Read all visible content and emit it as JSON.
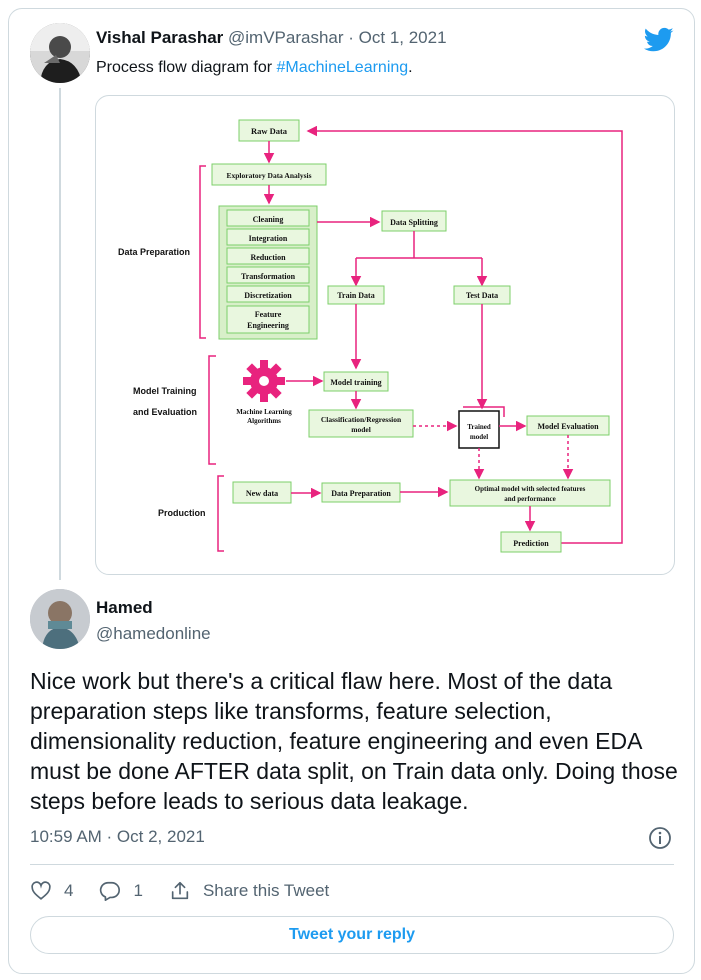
{
  "parent": {
    "name": "Vishal Parashar",
    "handle": "@imVParashar",
    "date": "· Oct 1, 2021",
    "text": "Process flow diagram for ",
    "hashtag": "#MachineLearning",
    "text_end": "."
  },
  "diagram": {
    "sections": [
      "Data Preparation",
      "Model Training",
      "and Evaluation",
      "Production"
    ],
    "raw_data": "Raw Data",
    "eda": "Exploratory Data Analysis",
    "prep_steps": [
      "Cleaning",
      "Integration",
      "Reduction",
      "Transformation",
      "Discretization",
      "Feature",
      "Engineering"
    ],
    "data_splitting": "Data Splitting",
    "train_data": "Train Data",
    "test_data": "Test Data",
    "model_training": "Model training",
    "ml_algorithms": [
      "Machine Learning",
      "Algorithms"
    ],
    "classification": [
      "Classification/Regression",
      "model"
    ],
    "trained_model": [
      "Trained",
      "model"
    ],
    "model_evaluation": "Model Evaluation",
    "new_data": "New data",
    "data_preparation": "Data Preparation",
    "optimal_model": [
      "Optimal model with selected features",
      "and performance"
    ],
    "prediction": "Prediction"
  },
  "reply": {
    "name": "Hamed",
    "handle": "@hamedonline",
    "body": "Nice work but there's a critical flaw here. Most of the data preparation steps like transforms, feature selection, dimensionality reduction, feature engineering and even EDA must be done AFTER data split, on Train data only. Doing those steps before leads to serious data leakage.",
    "timestamp": "10:59 AM · Oct 2, 2021",
    "likes": "4",
    "replies": "1",
    "share_label": "Share this Tweet",
    "reply_button": "Tweet your reply"
  },
  "colors": {
    "twitter_blue": "#1d9bf0",
    "flow_pink": "#e8237e",
    "box_fill": "#e9f7df",
    "box_border": "#7ccf6a",
    "text_gray": "#536471",
    "border": "#cfd9de"
  },
  "icons": [
    "twitter-bird-icon",
    "info-icon",
    "heart-icon",
    "reply-icon",
    "share-icon",
    "gear-icon"
  ]
}
